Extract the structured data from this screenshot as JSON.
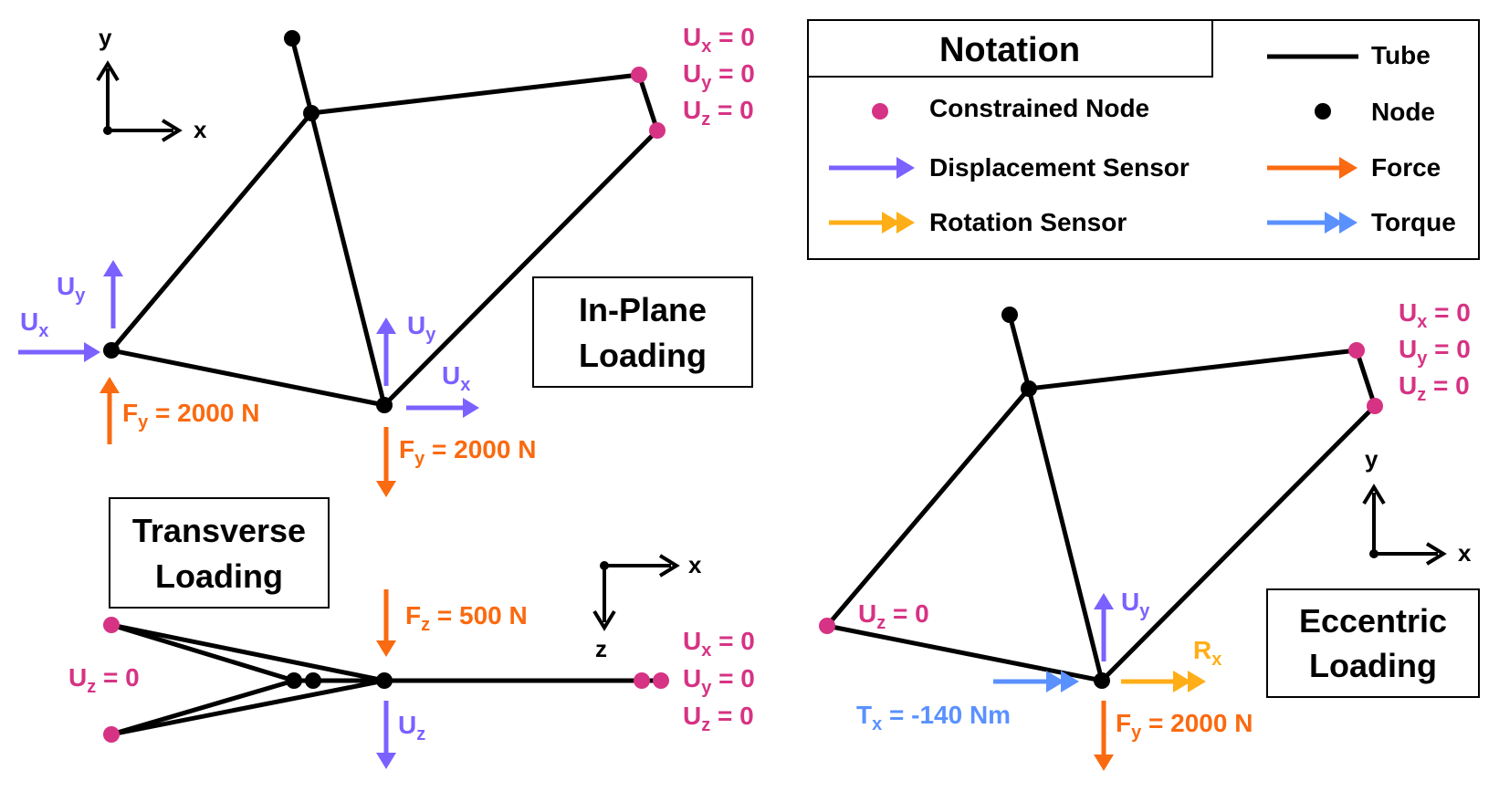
{
  "colors": {
    "tube": "#000000",
    "node": "#000000",
    "constrained": "#d63384",
    "displacement": "#7b61ff",
    "force": "#fa6a10",
    "rotation": "#ffae17",
    "torque": "#5a91ff"
  },
  "legend": {
    "title": "Notation",
    "tube": "Tube",
    "constrained_node": "Constrained Node",
    "node": "Node",
    "displacement_sensor": "Displacement Sensor",
    "force": "Force",
    "rotation_sensor": "Rotation Sensor",
    "torque": "Torque"
  },
  "axes": {
    "x": "x",
    "y": "y",
    "z": "z"
  },
  "inplane": {
    "title_line1": "In-Plane",
    "title_line2": "Loading",
    "constraint": {
      "ux": "U",
      "uy": "U",
      "uz": "U",
      "ux_sub": "x",
      "uy_sub": "y",
      "uz_sub": "z",
      "eq": " = 0"
    },
    "left_ux": "U",
    "left_ux_sub": "x",
    "left_uy": "U",
    "left_uy_sub": "y",
    "left_fy": "F",
    "left_fy_sub": "y",
    "left_fy_val": " = 2000 N",
    "bottom_uy": "U",
    "bottom_uy_sub": "y",
    "bottom_ux": "U",
    "bottom_ux_sub": "x",
    "bottom_fy": "F",
    "bottom_fy_sub": "y",
    "bottom_fy_val": " = 2000 N"
  },
  "transverse": {
    "title_line1": "Transverse",
    "title_line2": "Loading",
    "left_uz": "U",
    "left_uz_sub": "z",
    "left_uz_val": " = 0",
    "fz": "F",
    "fz_sub": "z",
    "fz_val": " = 500 N",
    "uz": "U",
    "uz_sub": "z",
    "constraint": {
      "ux": "U",
      "uy": "U",
      "uz": "U",
      "ux_sub": "x",
      "uy_sub": "y",
      "uz_sub": "z",
      "eq": " = 0"
    }
  },
  "eccentric": {
    "title_line1": "Eccentric",
    "title_line2": "Loading",
    "constraint": {
      "ux": "U",
      "uy": "U",
      "uz": "U",
      "ux_sub": "x",
      "uy_sub": "y",
      "uz_sub": "z",
      "eq": " = 0"
    },
    "left_uz": "U",
    "left_uz_sub": "z",
    "left_uz_val": " = 0",
    "uy": "U",
    "uy_sub": "y",
    "rx": "R",
    "rx_sub": "x",
    "tx": "T",
    "tx_sub": "x",
    "tx_val": " = -140 Nm",
    "fy": "F",
    "fy_sub": "y",
    "fy_val": " = 2000 N"
  }
}
